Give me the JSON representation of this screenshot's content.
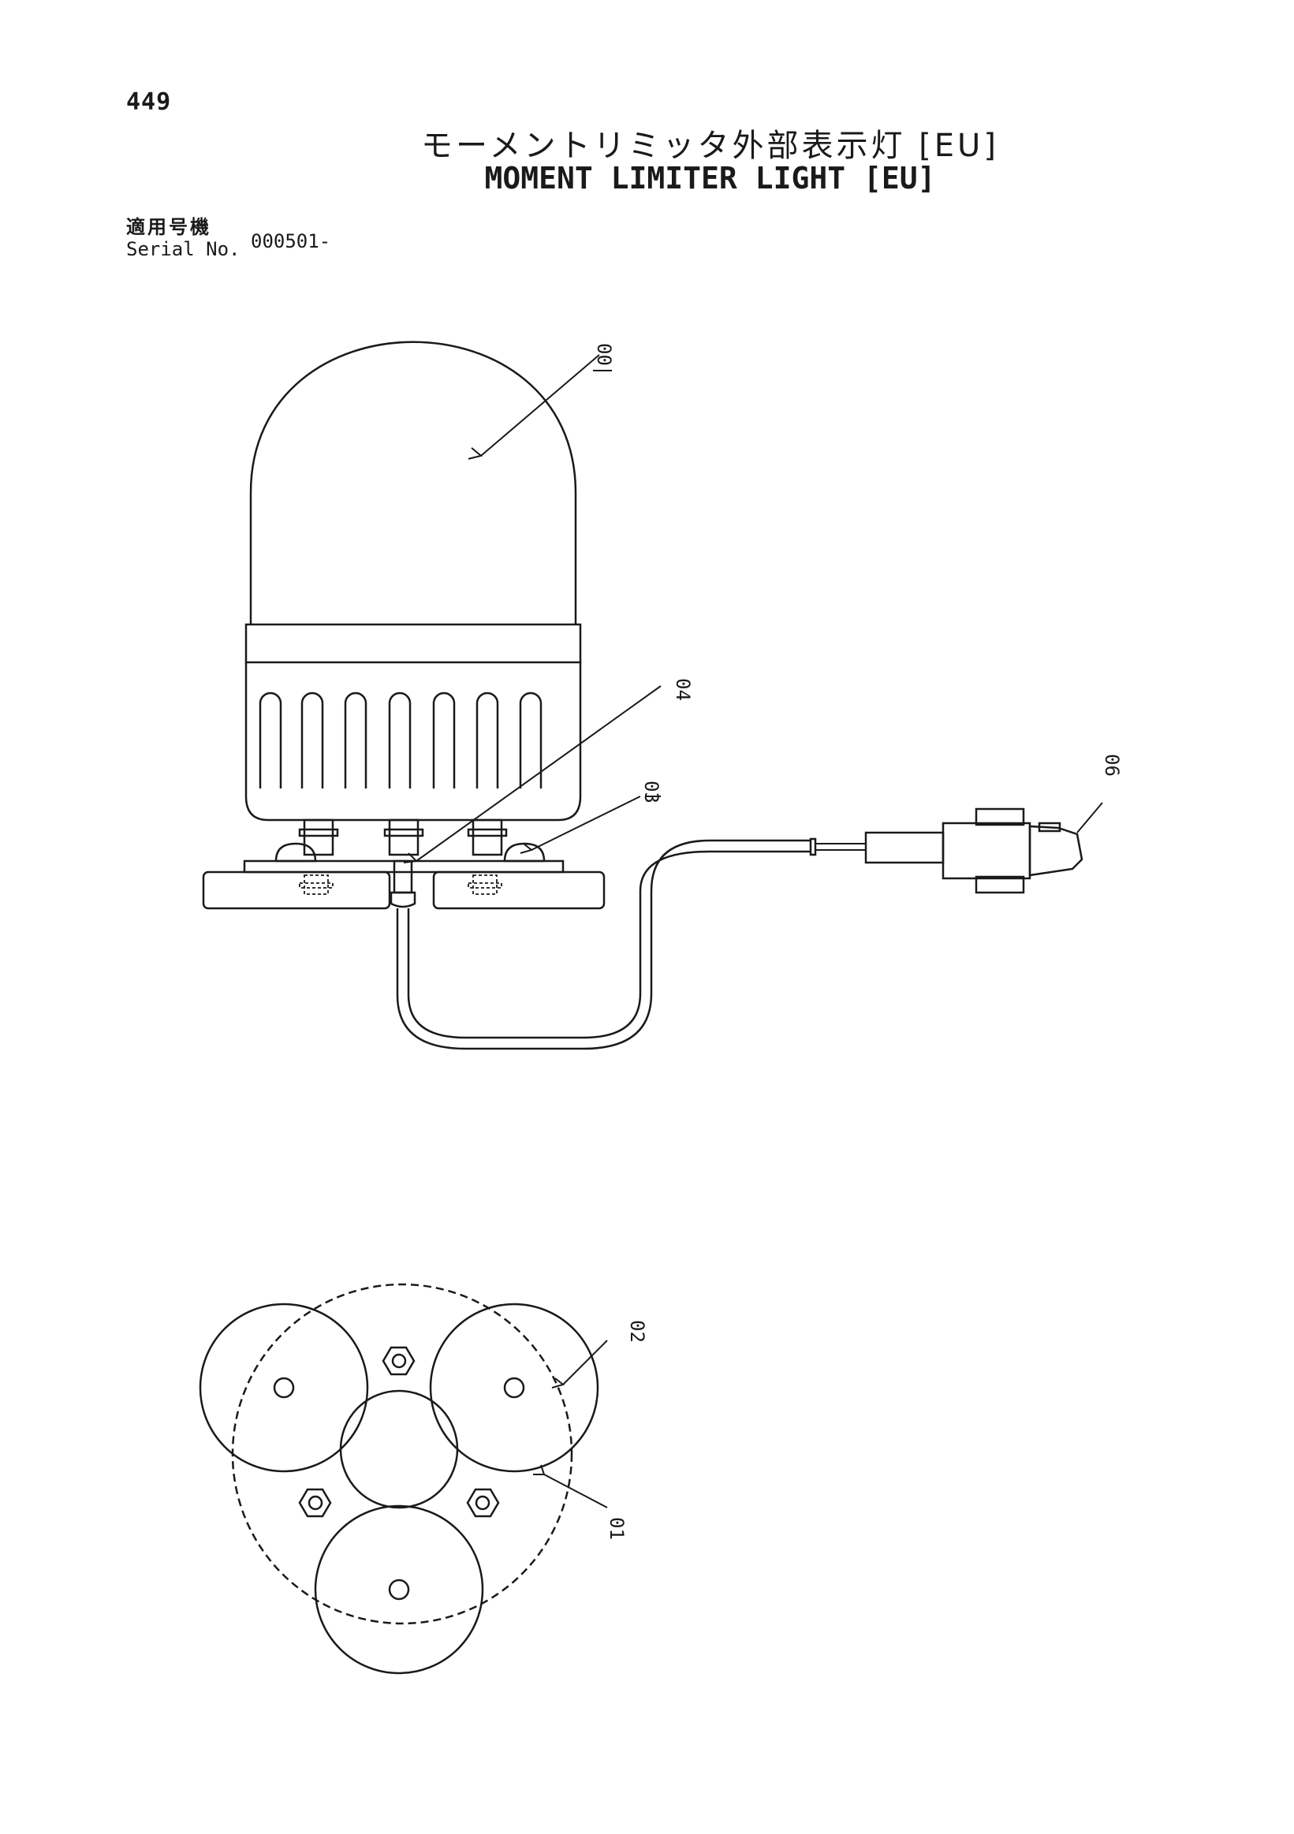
{
  "page_number": "449",
  "title_jp": "モーメントリミッタ外部表示灯 [EU]",
  "title_en": "MOMENT LIMITER LIGHT [EU]",
  "serial": {
    "label_jp": "適用号機",
    "label_en": "Serial No.",
    "value": "000501-"
  },
  "callouts": {
    "c00": "00",
    "c04": "04",
    "c03": "03",
    "c06": "06",
    "c02": "02",
    "c01": "01"
  },
  "colors": {
    "ink": "#1a1a1a",
    "paper": "#ffffff"
  }
}
